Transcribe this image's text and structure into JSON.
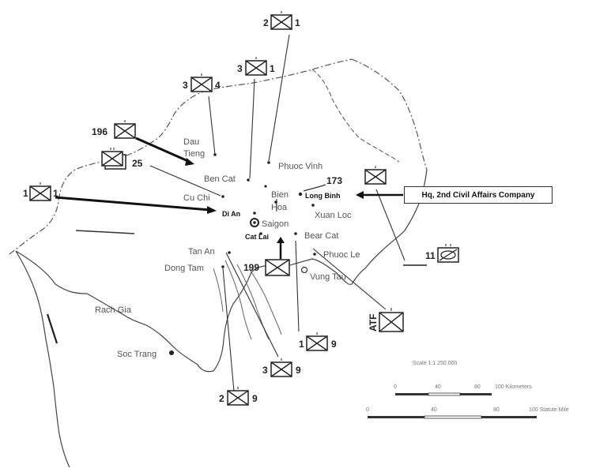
{
  "places": {
    "phuoc_vinh": "Phuoc Vinh",
    "dau_tieng_1": "Dau",
    "dau_tieng_2": "Tieng",
    "ben_cat": "Ben Cat",
    "cu_chi": "Cu Chi",
    "bien_hoa_1": "Bien",
    "bien_hoa_2": "Hoa",
    "long_binh": "Long Binh",
    "xuan_loc": "Xuan Loc",
    "di_an": "Di An",
    "saigon": "Saigon",
    "cat_lai": "Cat Lai",
    "bear_cat": "Bear Cat",
    "tan_an": "Tan An",
    "dong_tam": "Dong Tam",
    "phuoc_le": "Phuoc Le",
    "vung_tau": "Vung Tau",
    "rach_gia": "Rach Gia",
    "soc_trang": "Soc Trang"
  },
  "units": {
    "u2_1": {
      "left": "2",
      "right": "1"
    },
    "u3_1": {
      "left": "3",
      "right": "1"
    },
    "u3_4": {
      "left": "3",
      "right": "4"
    },
    "u196": {
      "left": "196"
    },
    "u25": {
      "right": "25"
    },
    "u1_1": {
      "left": "1",
      "right": "1"
    },
    "u173": {
      "label": "173"
    },
    "u11": {
      "left": "11"
    },
    "u199": {
      "left": "199"
    },
    "atf": {
      "label": "ATF"
    },
    "u1_9": {
      "left": "1",
      "right": "9"
    },
    "u3_9": {
      "left": "3",
      "right": "9"
    },
    "u2_9": {
      "left": "2",
      "right": "9"
    }
  },
  "hq_label": "Hq, 2nd Civil Affairs Company",
  "scale": {
    "title": "Scale 1:1 250 000",
    "km_ticks": [
      "0",
      "40",
      "80"
    ],
    "km_label": "100 Kilometers",
    "mi_ticks": [
      "0",
      "40",
      "80"
    ],
    "mi_label": "100 Statute Mile"
  },
  "colors": {
    "ink": "#222222",
    "coast": "#444444",
    "border": "#555555"
  }
}
